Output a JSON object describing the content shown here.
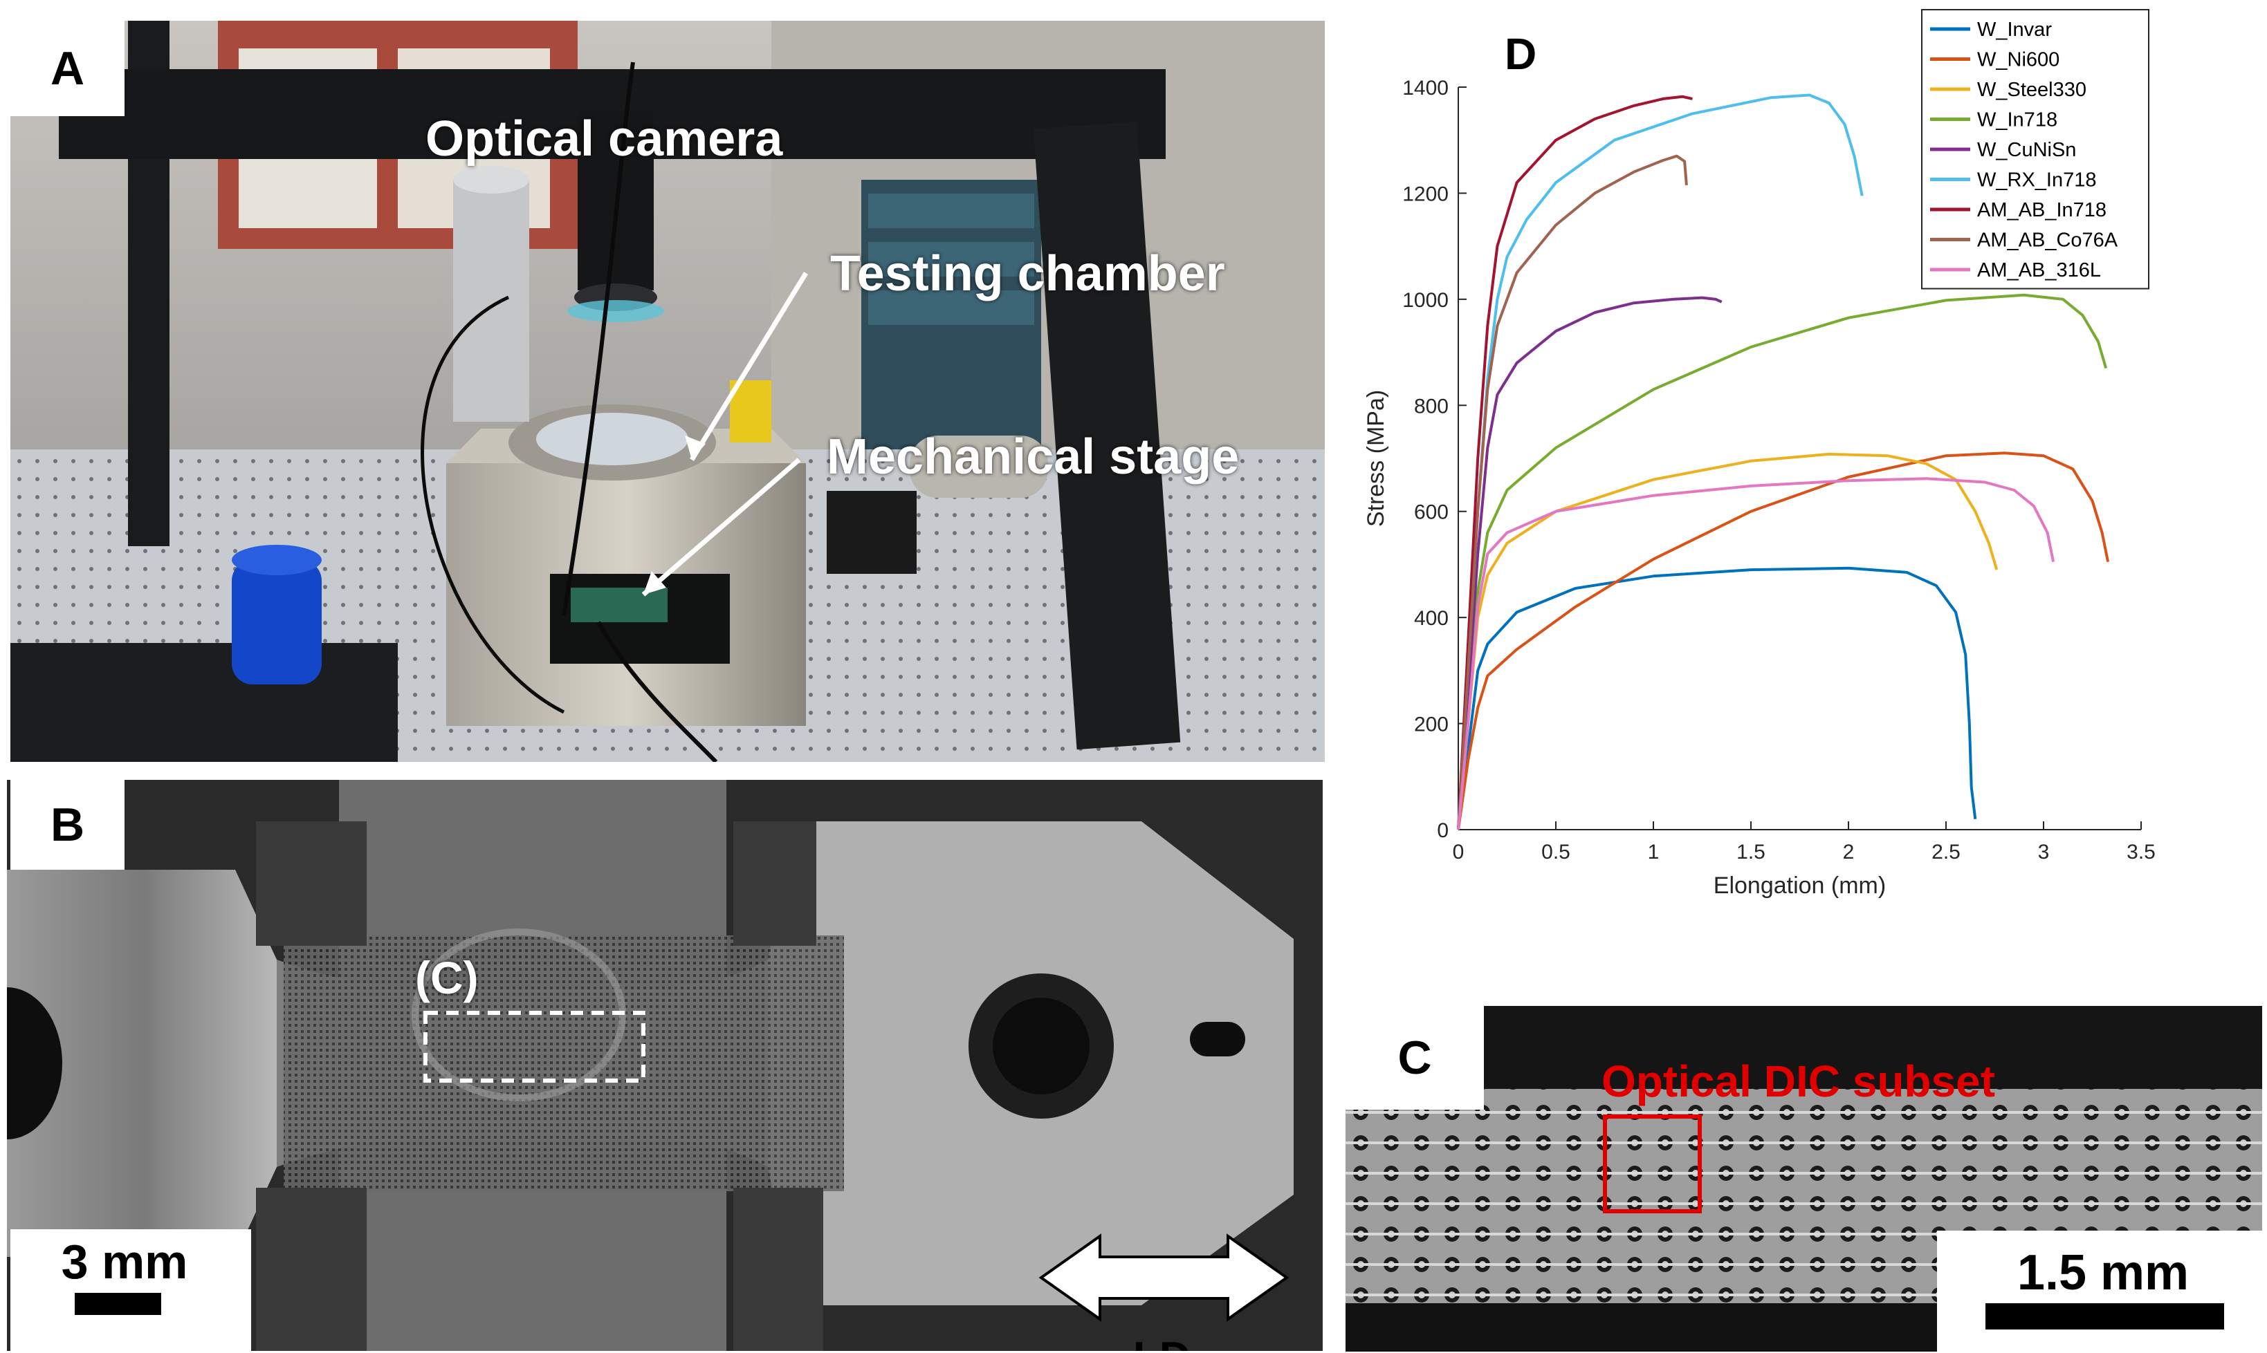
{
  "panels": {
    "a": {
      "letter": "A",
      "labels": {
        "optical_camera": "Optical camera",
        "testing_chamber": "Testing chamber",
        "mechanical_stage": "Mechanical stage"
      }
    },
    "b": {
      "letter": "B",
      "region_label": "(C)",
      "scale_label": "3 mm",
      "direction_label": "LD"
    },
    "c": {
      "letter": "C",
      "subset_label": "Optical DIC subset",
      "scale_label": "1.5 mm"
    },
    "d": {
      "letter": "D"
    }
  },
  "colors": {
    "W_Invar": "#0072BD",
    "W_Ni600": "#D95319",
    "W_Steel330": "#EDB120",
    "W_In718": "#77AC30",
    "W_CuNiSn": "#7E2F8E",
    "W_RX_In718": "#4DBEEE",
    "AM_AB_In718": "#A2142F",
    "AM_AB_Co76A": "#A0634E",
    "AM_AB_316L": "#E377C2",
    "subset_box": "#E00000"
  },
  "chart_data": {
    "type": "line",
    "xlabel": "Elongation (mm)",
    "ylabel": "Stress (MPa)",
    "xlim": [
      0,
      3.5
    ],
    "ylim": [
      0,
      1400
    ],
    "xticks": [
      "0",
      "0.5",
      "1",
      "1.5",
      "2",
      "2.5",
      "3",
      "3.5"
    ],
    "yticks": [
      "0",
      "200",
      "400",
      "600",
      "800",
      "1000",
      "1200",
      "1400"
    ],
    "legend_position": "top-right",
    "grid": false,
    "series": [
      {
        "name": "W_Invar",
        "points": [
          [
            0,
            0
          ],
          [
            0.05,
            150
          ],
          [
            0.1,
            300
          ],
          [
            0.15,
            350
          ],
          [
            0.3,
            410
          ],
          [
            0.6,
            455
          ],
          [
            1.0,
            478
          ],
          [
            1.5,
            490
          ],
          [
            2.0,
            493
          ],
          [
            2.3,
            485
          ],
          [
            2.45,
            460
          ],
          [
            2.55,
            410
          ],
          [
            2.6,
            330
          ],
          [
            2.62,
            200
          ],
          [
            2.63,
            80
          ],
          [
            2.65,
            20
          ]
        ]
      },
      {
        "name": "W_Ni600",
        "points": [
          [
            0,
            0
          ],
          [
            0.05,
            130
          ],
          [
            0.1,
            230
          ],
          [
            0.15,
            290
          ],
          [
            0.3,
            340
          ],
          [
            0.6,
            420
          ],
          [
            1.0,
            510
          ],
          [
            1.5,
            600
          ],
          [
            2.0,
            665
          ],
          [
            2.5,
            705
          ],
          [
            2.8,
            710
          ],
          [
            3.0,
            705
          ],
          [
            3.15,
            680
          ],
          [
            3.25,
            620
          ],
          [
            3.3,
            560
          ],
          [
            3.33,
            505
          ]
        ]
      },
      {
        "name": "W_Steel330",
        "points": [
          [
            0,
            0
          ],
          [
            0.05,
            200
          ],
          [
            0.1,
            400
          ],
          [
            0.15,
            480
          ],
          [
            0.25,
            540
          ],
          [
            0.5,
            600
          ],
          [
            1.0,
            660
          ],
          [
            1.5,
            695
          ],
          [
            1.9,
            708
          ],
          [
            2.2,
            705
          ],
          [
            2.4,
            690
          ],
          [
            2.55,
            660
          ],
          [
            2.65,
            600
          ],
          [
            2.72,
            540
          ],
          [
            2.76,
            490
          ]
        ]
      },
      {
        "name": "W_In718",
        "points": [
          [
            0,
            0
          ],
          [
            0.05,
            220
          ],
          [
            0.1,
            450
          ],
          [
            0.15,
            560
          ],
          [
            0.25,
            640
          ],
          [
            0.5,
            720
          ],
          [
            1.0,
            830
          ],
          [
            1.5,
            910
          ],
          [
            2.0,
            965
          ],
          [
            2.5,
            998
          ],
          [
            2.9,
            1008
          ],
          [
            3.1,
            1000
          ],
          [
            3.2,
            970
          ],
          [
            3.28,
            920
          ],
          [
            3.32,
            870
          ]
        ]
      },
      {
        "name": "W_CuNiSn",
        "points": [
          [
            0,
            0
          ],
          [
            0.05,
            250
          ],
          [
            0.1,
            520
          ],
          [
            0.15,
            720
          ],
          [
            0.2,
            820
          ],
          [
            0.3,
            880
          ],
          [
            0.5,
            940
          ],
          [
            0.7,
            975
          ],
          [
            0.9,
            993
          ],
          [
            1.1,
            1000
          ],
          [
            1.25,
            1003
          ],
          [
            1.32,
            1000
          ],
          [
            1.35,
            995
          ]
        ]
      },
      {
        "name": "W_RX_In718",
        "points": [
          [
            0,
            0
          ],
          [
            0.05,
            300
          ],
          [
            0.1,
            600
          ],
          [
            0.15,
            850
          ],
          [
            0.2,
            1000
          ],
          [
            0.25,
            1080
          ],
          [
            0.35,
            1150
          ],
          [
            0.5,
            1220
          ],
          [
            0.8,
            1300
          ],
          [
            1.2,
            1350
          ],
          [
            1.6,
            1380
          ],
          [
            1.8,
            1385
          ],
          [
            1.9,
            1370
          ],
          [
            1.98,
            1330
          ],
          [
            2.03,
            1270
          ],
          [
            2.07,
            1195
          ]
        ]
      },
      {
        "name": "AM_AB_In718",
        "points": [
          [
            0,
            0
          ],
          [
            0.05,
            350
          ],
          [
            0.1,
            700
          ],
          [
            0.15,
            950
          ],
          [
            0.2,
            1100
          ],
          [
            0.3,
            1220
          ],
          [
            0.5,
            1300
          ],
          [
            0.7,
            1340
          ],
          [
            0.9,
            1365
          ],
          [
            1.05,
            1378
          ],
          [
            1.15,
            1382
          ],
          [
            1.2,
            1378
          ]
        ]
      },
      {
        "name": "AM_AB_Co76A",
        "points": [
          [
            0,
            0
          ],
          [
            0.05,
            300
          ],
          [
            0.1,
            600
          ],
          [
            0.15,
            830
          ],
          [
            0.2,
            950
          ],
          [
            0.3,
            1050
          ],
          [
            0.5,
            1140
          ],
          [
            0.7,
            1200
          ],
          [
            0.9,
            1240
          ],
          [
            1.05,
            1262
          ],
          [
            1.12,
            1270
          ],
          [
            1.16,
            1260
          ],
          [
            1.17,
            1215
          ]
        ]
      },
      {
        "name": "AM_AB_316L",
        "points": [
          [
            0,
            0
          ],
          [
            0.05,
            200
          ],
          [
            0.1,
            420
          ],
          [
            0.15,
            520
          ],
          [
            0.25,
            560
          ],
          [
            0.5,
            600
          ],
          [
            1.0,
            630
          ],
          [
            1.5,
            648
          ],
          [
            2.0,
            658
          ],
          [
            2.4,
            662
          ],
          [
            2.7,
            655
          ],
          [
            2.85,
            640
          ],
          [
            2.95,
            610
          ],
          [
            3.02,
            560
          ],
          [
            3.05,
            505
          ]
        ]
      }
    ]
  }
}
